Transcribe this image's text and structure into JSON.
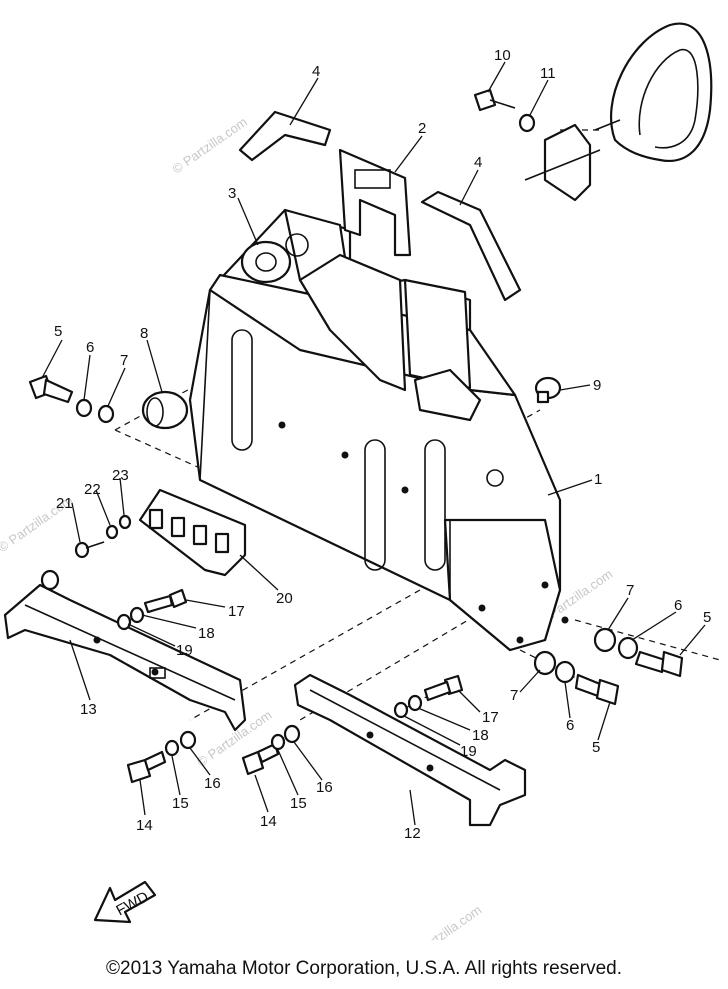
{
  "watermark": "© Partzilla.com",
  "callouts": {
    "c1": "1",
    "c2": "2",
    "c3": "3",
    "c4a": "4",
    "c4b": "4",
    "c5a": "5",
    "c5b": "5",
    "c5c": "5",
    "c6a": "6",
    "c6b": "6",
    "c6c": "6",
    "c7a": "7",
    "c7b": "7",
    "c7c": "7",
    "c8": "8",
    "c9": "9",
    "c10": "10",
    "c11": "11",
    "c12": "12",
    "c13": "13",
    "c14a": "14",
    "c14b": "14",
    "c15a": "15",
    "c15b": "15",
    "c16a": "16",
    "c16b": "16",
    "c17a": "17",
    "c17b": "17",
    "c18a": "18",
    "c18b": "18",
    "c19a": "19",
    "c19b": "19",
    "c20": "20",
    "c21": "21",
    "c22": "22",
    "c23": "23"
  },
  "fwd_label": "FWD",
  "copyright": "©2013 Yamaha Motor Corporation, U.S.A. All rights reserved."
}
